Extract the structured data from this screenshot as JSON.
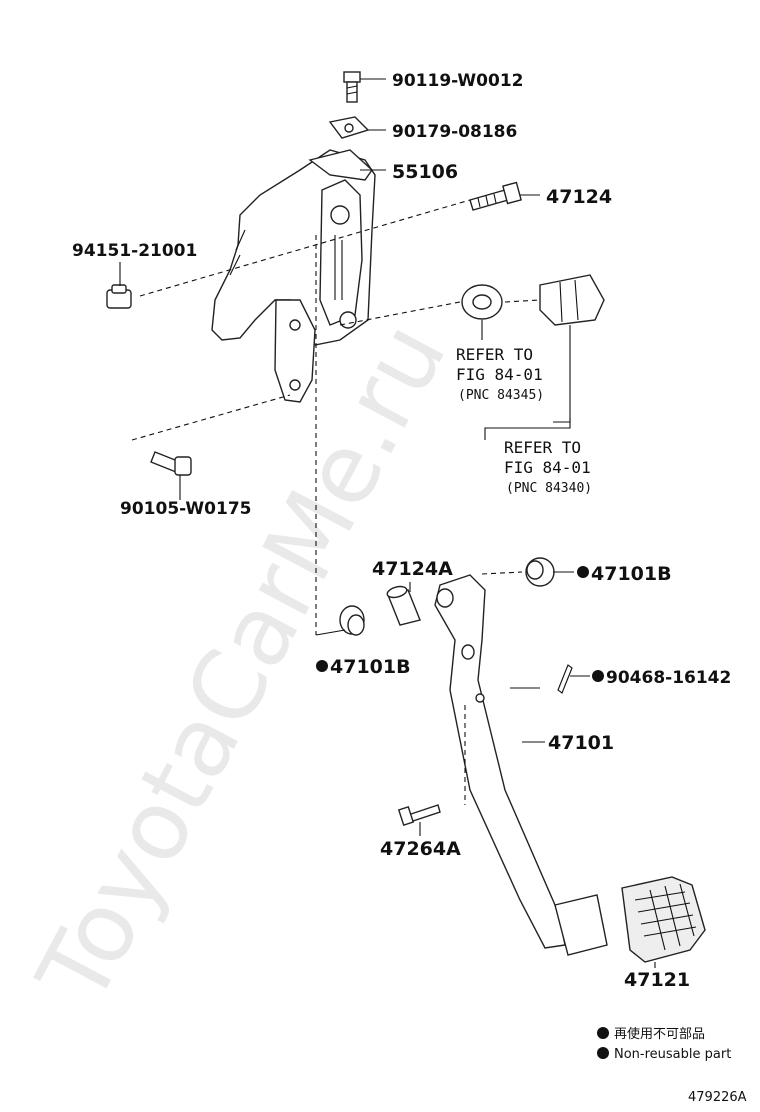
{
  "watermark": "ToyotaCarMe.ru",
  "parts": {
    "p1": "90119-W0012",
    "p2": "90179-08186",
    "p3": "55106",
    "p4": "47124",
    "p5": "94151-21001",
    "p6": "90105-W0175",
    "p7": "47124A",
    "p8": "47101B",
    "p9": "47101B",
    "p10": "90468-16142",
    "p11": "47101",
    "p12": "47264A",
    "p13": "47121"
  },
  "refs": {
    "r1": {
      "line1": "REFER TO",
      "line2": "FIG 84-01",
      "line3": "(PNC 84345)"
    },
    "r2": {
      "line1": "REFER TO",
      "line2": "FIG 84-01",
      "line3": "(PNC 84340)"
    }
  },
  "legend": {
    "jp": "再使用不可部品",
    "en": "Non-reusable part"
  },
  "figure_code": "479226A"
}
